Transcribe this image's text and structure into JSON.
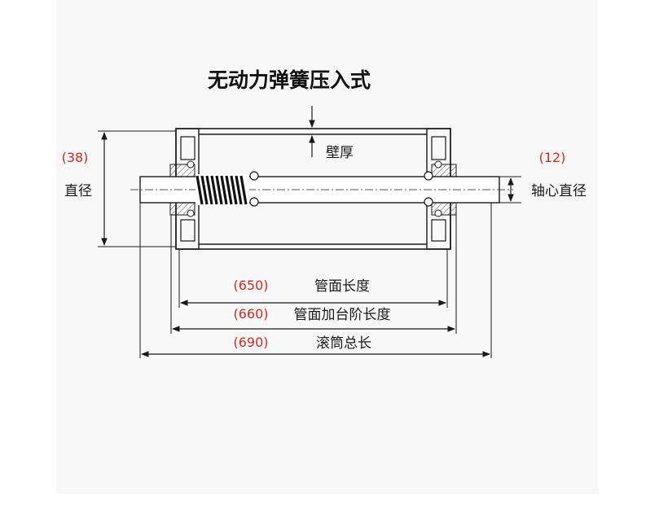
{
  "title": "无动力弹簧压入式",
  "labels": {
    "wall_thickness": "壁厚",
    "diameter": "直径",
    "shaft_diameter": "轴心直径",
    "tube_surface_length": "管面长度",
    "tube_step_length": "管面加台阶长度",
    "total_length": "滚筒总长"
  },
  "values": {
    "diameter": "(38)",
    "shaft_diameter": "(12)",
    "tube_surface_length": "(650)",
    "tube_step_length": "(660)",
    "total_length": "(690)"
  },
  "colors": {
    "value_text": "#d42a1f",
    "line": "#1a1a1a",
    "background_panel": "#f8f8f8"
  }
}
